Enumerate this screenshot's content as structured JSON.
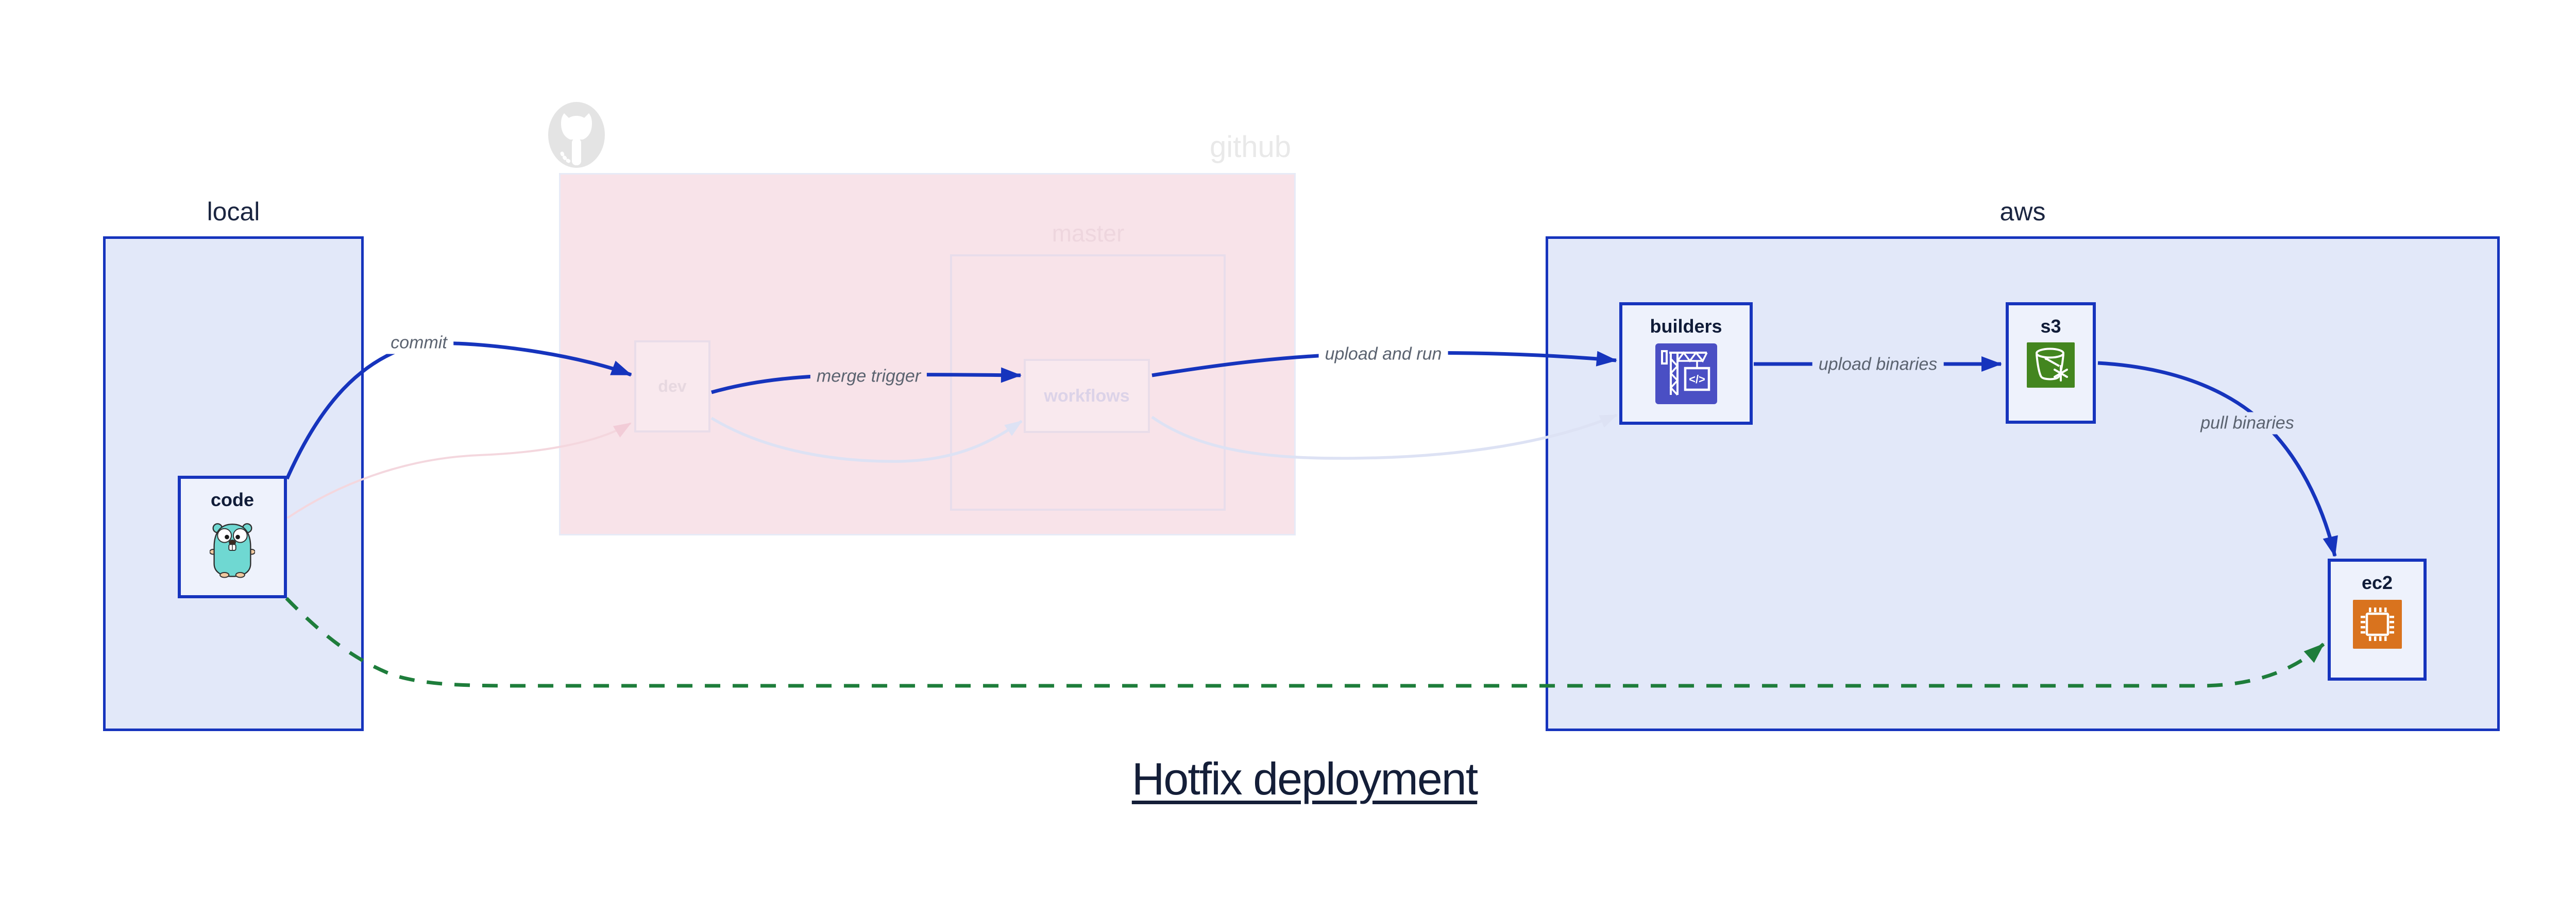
{
  "title": {
    "text": "Hotfix deployment"
  },
  "groups": {
    "local": {
      "label": "local",
      "fill": "#e2e8f9",
      "border": "#1634bd"
    },
    "github": {
      "label": "github",
      "fill": "#f8e3e9"
    },
    "master": {
      "label": "master"
    },
    "aws": {
      "label": "aws",
      "fill": "#e2e8f9",
      "border": "#1634bd"
    }
  },
  "nodes": {
    "code": {
      "label": "code",
      "icon": "go-gopher-icon"
    },
    "dev": {
      "label": "dev",
      "state": "faded"
    },
    "workflows": {
      "label": "workflows",
      "state": "faded"
    },
    "builders": {
      "label": "builders",
      "icon": "codebuild-crane-icon",
      "icon_bg": "#4a4fc4",
      "icon_code_glyph": "</>"
    },
    "s3": {
      "label": "s3",
      "icon": "s3-bucket-snowflake-icon",
      "icon_bg": "#43861f"
    },
    "ec2": {
      "label": "ec2",
      "icon": "cpu-chip-icon",
      "icon_bg": "#d9731e"
    }
  },
  "edges": {
    "commit": {
      "label": "commit",
      "color": "#1634bd",
      "style": "solid"
    },
    "merge_trigger": {
      "label": "merge trigger",
      "color": "#1634bd",
      "style": "solid"
    },
    "upload_and_run": {
      "label": "upload and run",
      "color": "#1634bd",
      "style": "solid"
    },
    "upload_binaries": {
      "label": "upload binaries",
      "color": "#1634bd",
      "style": "solid"
    },
    "pull_binaries": {
      "label": "pull binaries",
      "color": "#1634bd",
      "style": "solid"
    },
    "hotfix_direct": {
      "label": "",
      "color": "#1e7d3b",
      "style": "dashed"
    },
    "faded_path": {
      "label": "",
      "color": "#dde2f4",
      "style": "solid-faded"
    }
  },
  "colors": {
    "accent_blue": "#1634bd",
    "hotfix_green": "#1e7d3b",
    "edge_label_gray": "#5b6370",
    "title_navy": "#141e38",
    "faded_lavender": "#dde2f4",
    "faded_pink": "#f4d7de"
  }
}
